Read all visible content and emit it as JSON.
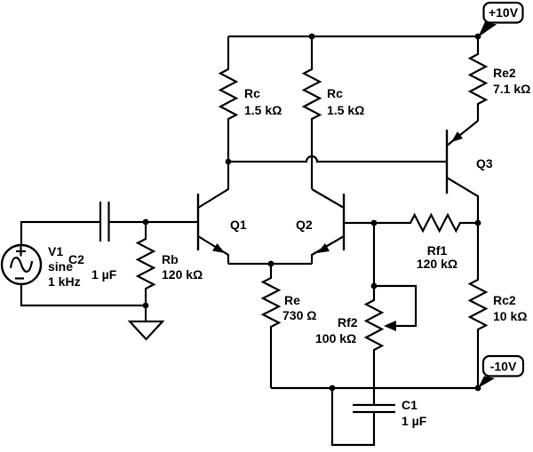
{
  "power": {
    "positive": "+10V",
    "negative": "-10V"
  },
  "components": {
    "v1": {
      "designator": "V1",
      "waveform": "sine",
      "value": "1 kHz"
    },
    "c2": {
      "designator": "C2",
      "value": "1 µF"
    },
    "rb": {
      "designator": "Rb",
      "value": "120 kΩ"
    },
    "rc_left": {
      "designator": "Rc",
      "value": "1.5 kΩ"
    },
    "rc_right": {
      "designator": "Rc",
      "value": "1.5 kΩ"
    },
    "re2": {
      "designator": "Re2",
      "value": "7.1 kΩ"
    },
    "q1": {
      "designator": "Q1"
    },
    "q2": {
      "designator": "Q2"
    },
    "q3": {
      "designator": "Q3"
    },
    "re": {
      "designator": "Re",
      "value": "730 Ω"
    },
    "rf1": {
      "designator": "Rf1",
      "value": "120 kΩ"
    },
    "rf2": {
      "designator": "Rf2",
      "value": "100 kΩ"
    },
    "rc2": {
      "designator": "Rc2",
      "value": "10 kΩ"
    },
    "c1": {
      "designator": "C1",
      "value": "1 µF"
    }
  },
  "colors": {
    "ink": "#000000",
    "background": "#ffffff"
  }
}
